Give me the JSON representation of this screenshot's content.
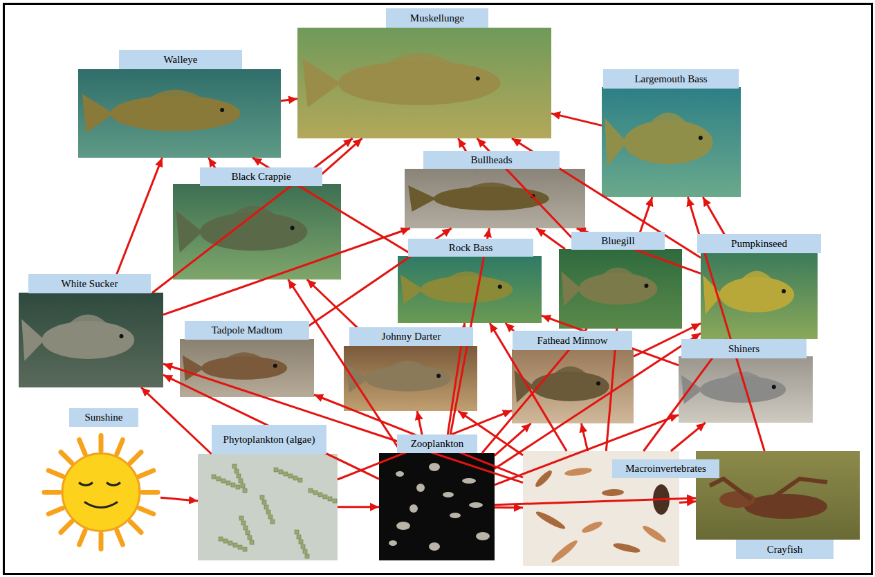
{
  "diagram": {
    "nodes": [
      {
        "text": [
          "Muskellunge"
        ]
      },
      {
        "text": [
          "Walleye"
        ]
      },
      {
        "text": [
          "Largemouth Bass"
        ]
      },
      {
        "text": [
          "Black Crappie"
        ]
      },
      {
        "text": [
          "Bullheads"
        ]
      },
      {
        "text": [
          "Rock Bass"
        ]
      },
      {
        "text": [
          "Bluegill"
        ]
      },
      {
        "text": [
          "Pumpkinseed"
        ]
      },
      {
        "text": [
          "White Sucker"
        ]
      },
      {
        "text": [
          "Tadpole Madtom"
        ]
      },
      {
        "text": [
          "Johnny Darter"
        ]
      },
      {
        "text": [
          "Fathead Minnow"
        ]
      },
      {
        "text": [
          "Shiners"
        ]
      },
      {
        "text": [
          "Sunshine"
        ]
      },
      {
        "text": [
          "Phytoplankton (algae)"
        ]
      },
      {
        "text": [
          "Zooplankton"
        ]
      },
      {
        "text": [
          "Macroinvertebrates"
        ]
      },
      {
        "text": [
          "Crayfish"
        ]
      }
    ],
    "edges": [
      {
        "from": 13,
        "to": 14,
        "arrow": "to"
      },
      {
        "from": 14,
        "to": 15,
        "arrow": "to"
      },
      {
        "from": 15,
        "to": 16,
        "arrow": "to"
      },
      {
        "from": 15,
        "to": 17,
        "arrow": "to"
      },
      {
        "from": 16,
        "to": 17,
        "arrow": "to"
      },
      {
        "from": 1,
        "to": 0,
        "arrow": "to"
      },
      {
        "from": 8,
        "to": 1,
        "arrow": "to"
      },
      {
        "from": 8,
        "to": 0,
        "arrow": "to"
      },
      {
        "from": 3,
        "to": 1,
        "arrow": "to"
      },
      {
        "from": 3,
        "to": 0,
        "arrow": "to"
      },
      {
        "from": 4,
        "to": 0,
        "arrow": "to"
      },
      {
        "from": 2,
        "to": 0,
        "arrow": "to"
      },
      {
        "from": 6,
        "to": 0,
        "arrow": "to"
      },
      {
        "from": 7,
        "to": 0,
        "arrow": "to"
      },
      {
        "from": 5,
        "to": 1,
        "arrow": "to"
      },
      {
        "from": 6,
        "to": 2,
        "arrow": "to"
      },
      {
        "from": 7,
        "to": 2,
        "arrow": "to"
      },
      {
        "from": 17,
        "to": 2,
        "arrow": "to"
      },
      {
        "from": 6,
        "to": 4,
        "arrow": "to"
      },
      {
        "from": 7,
        "to": 4,
        "arrow": "to"
      },
      {
        "from": 8,
        "to": 4,
        "arrow": "to"
      },
      {
        "from": 9,
        "to": 4,
        "arrow": "to"
      },
      {
        "from": 14,
        "to": 8,
        "arrow": "to"
      },
      {
        "from": 15,
        "to": 8,
        "arrow": "to"
      },
      {
        "from": 16,
        "to": 8,
        "arrow": "to"
      },
      {
        "from": 16,
        "to": 9,
        "arrow": "to"
      },
      {
        "from": 15,
        "to": 3,
        "arrow": "to"
      },
      {
        "from": 15,
        "to": 4,
        "arrow": "to"
      },
      {
        "from": 15,
        "to": 5,
        "arrow": "to"
      },
      {
        "from": 15,
        "to": 6,
        "arrow": "to"
      },
      {
        "from": 15,
        "to": 7,
        "arrow": "to"
      },
      {
        "from": 15,
        "to": 11,
        "arrow": "to"
      },
      {
        "from": 15,
        "to": 12,
        "arrow": "to"
      },
      {
        "from": 15,
        "to": 10,
        "arrow": "to"
      },
      {
        "from": 16,
        "to": 5,
        "arrow": "to"
      },
      {
        "from": 16,
        "to": 6,
        "arrow": "to"
      },
      {
        "from": 16,
        "to": 7,
        "arrow": "to"
      },
      {
        "from": 16,
        "to": 12,
        "arrow": "to"
      },
      {
        "from": 16,
        "to": 10,
        "arrow": "to"
      },
      {
        "from": 16,
        "to": 11,
        "arrow": "to"
      },
      {
        "from": 14,
        "to": 11,
        "arrow": "to"
      },
      {
        "from": 10,
        "to": 3,
        "arrow": "to"
      },
      {
        "from": 11,
        "to": 5,
        "arrow": "to"
      },
      {
        "from": 12,
        "to": 5,
        "arrow": "to"
      },
      {
        "from": 11,
        "to": 7,
        "arrow": "to"
      },
      {
        "from": 12,
        "to": 7,
        "arrow": "to"
      }
    ]
  }
}
